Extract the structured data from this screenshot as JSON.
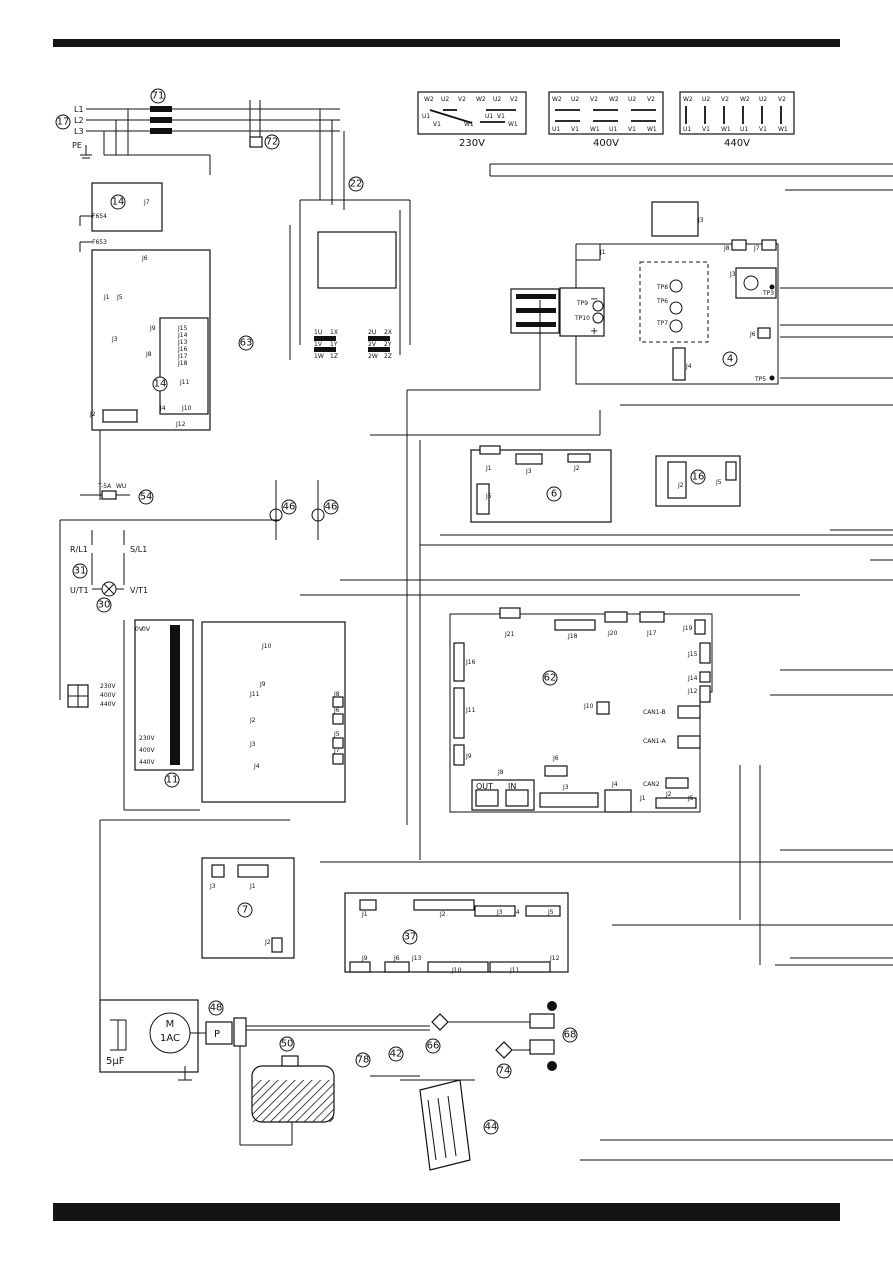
{
  "voltage_configs": [
    {
      "caption": "230V",
      "top": [
        "W2",
        "U2",
        "V2",
        "W2",
        "U2",
        "V2"
      ],
      "mid": [
        "U1",
        "V1",
        "W1",
        "U1",
        "V1",
        "W1"
      ],
      "bottom": []
    },
    {
      "caption": "400V",
      "top": [
        "W2",
        "U2",
        "V2",
        "W2",
        "U2",
        "V2"
      ],
      "mid": [],
      "bottom": [
        "U1",
        "V1",
        "W1",
        "U1",
        "V1",
        "W1"
      ]
    },
    {
      "caption": "440V",
      "top": [
        "W2",
        "U2",
        "V2",
        "W2",
        "U2",
        "V2"
      ],
      "mid": [],
      "bottom": [
        "U1",
        "V1",
        "W1",
        "U1",
        "V1",
        "W1"
      ]
    }
  ],
  "supply": {
    "l1": "L1",
    "l2": "L2",
    "l3": "L3",
    "pe": "PE"
  },
  "components": [
    {
      "id": "n71",
      "num": "71"
    },
    {
      "id": "n17",
      "num": "17"
    },
    {
      "id": "n72",
      "num": "72"
    },
    {
      "id": "n22",
      "num": "22"
    },
    {
      "id": "n14a",
      "num": "14"
    },
    {
      "id": "n14b",
      "num": "14"
    },
    {
      "id": "n63",
      "num": "63"
    },
    {
      "id": "n54",
      "num": "54"
    },
    {
      "id": "n46a",
      "num": "46"
    },
    {
      "id": "n46b",
      "num": "46"
    },
    {
      "id": "n31",
      "num": "31"
    },
    {
      "id": "n30",
      "num": "30"
    },
    {
      "id": "n11",
      "num": "11"
    },
    {
      "id": "n6",
      "num": "6"
    },
    {
      "id": "n16",
      "num": "16"
    },
    {
      "id": "n4",
      "num": "4"
    },
    {
      "id": "n62",
      "num": "62"
    },
    {
      "id": "n7",
      "num": "7"
    },
    {
      "id": "n37",
      "num": "37"
    },
    {
      "id": "n48",
      "num": "48"
    },
    {
      "id": "n50",
      "num": "50"
    },
    {
      "id": "n78",
      "num": "78"
    },
    {
      "id": "n42",
      "num": "42"
    },
    {
      "id": "n66",
      "num": "66"
    },
    {
      "id": "n74",
      "num": "74"
    },
    {
      "id": "n68",
      "num": "68"
    },
    {
      "id": "n44",
      "num": "44"
    }
  ],
  "labels": {
    "fs54": "F654",
    "fs53": "F653",
    "fuse": "T-5A",
    "wu": "WU",
    "rl1": "R/L1",
    "sl1": "S/L1",
    "ut1": "U/T1",
    "vt1": "V/T1",
    "t230": "230V",
    "t400": "400V",
    "t440": "440V",
    "t0v": "0V",
    "tp8": "TP8",
    "tp6": "TP6",
    "tp7": "TP7",
    "tp9": "TP9",
    "tp10": "TP10",
    "tp3": "TP3",
    "tp5": "TP5",
    "can1b": "CAN1-B",
    "can1a": "CAN1-A",
    "can2": "CAN2",
    "out": "OUT",
    "in": "IN",
    "motor_m": "M",
    "motor_1ac": "1AC",
    "cap": "5µF",
    "pump": "P"
  },
  "connectors": [
    "J1",
    "J2",
    "J3",
    "J4",
    "J5",
    "J6",
    "J7",
    "J8",
    "J9",
    "J10",
    "J11",
    "J12",
    "J13",
    "J14",
    "J15",
    "J16",
    "J17",
    "J18",
    "J19",
    "J20",
    "J21"
  ],
  "transformer_taps": [
    "0V",
    "230V",
    "400V",
    "440V"
  ],
  "motor_terms": [
    "1U",
    "1V",
    "1W",
    "1X",
    "1Y",
    "1Z",
    "2U",
    "2V",
    "2W",
    "2X",
    "2Y",
    "2Z"
  ]
}
